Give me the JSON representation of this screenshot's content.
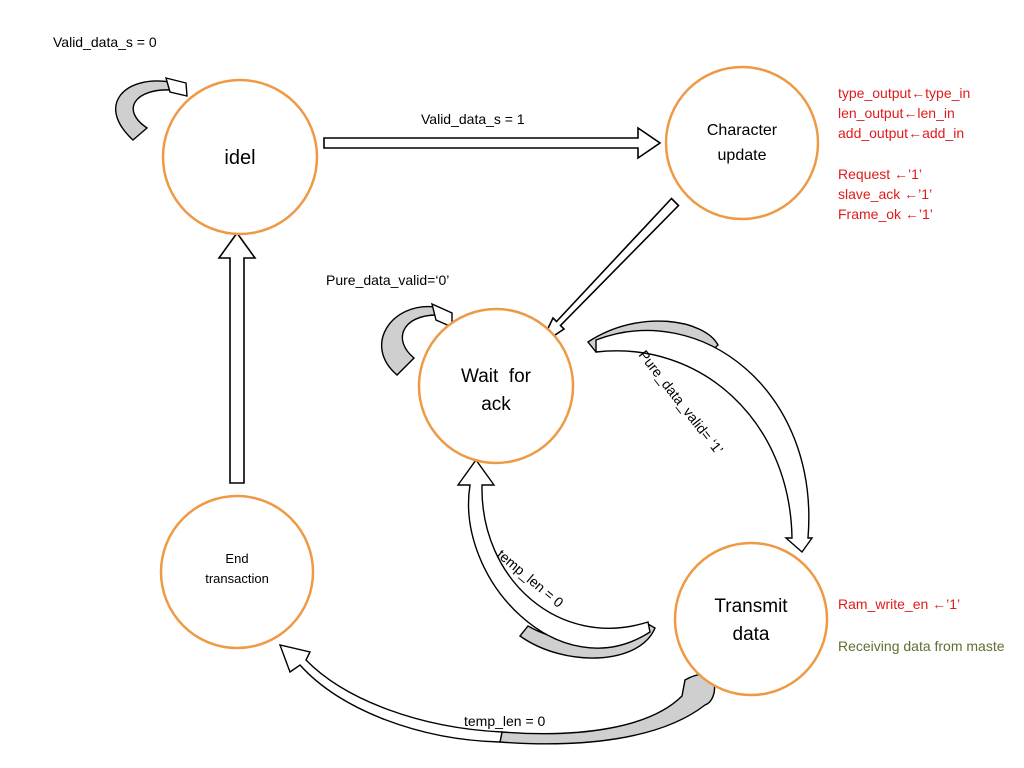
{
  "states": {
    "idle": {
      "label": "idel"
    },
    "character_update": {
      "line1": "Character",
      "line2": "update"
    },
    "wait_for_ack": {
      "line1": "Wait  for",
      "line2": "ack"
    },
    "transmit_data": {
      "line1": "Transmit",
      "line2": "data"
    },
    "end_transaction": {
      "line1": "End",
      "line2": "transaction"
    }
  },
  "transitions": {
    "idle_self": "Valid_data_s = 0",
    "idle_to_update": "Valid_data_s = 1",
    "wait_self": "Pure_data_valid=‘0’",
    "wait_to_transmit": "Pure_data_valid= ‘1’",
    "transmit_to_wait": "temp_len = 0",
    "transmit_to_end": "temp_len = 0"
  },
  "notes": {
    "character_update": [
      "type_output←type_in",
      "len_output←len_in",
      "add_output←add_in",
      "Request ←’1’",
      "slave_ack ←’1’",
      "Frame_ok ←’1’"
    ],
    "transmit_action": "Ram_write_en ←’1’",
    "transmit_comment": "Receiving data from maste"
  },
  "colors": {
    "state_border": "#EE9A45",
    "action_text": "#E01B1B",
    "comment_text": "#5C7030",
    "band_fill": "#CFCFCF"
  }
}
